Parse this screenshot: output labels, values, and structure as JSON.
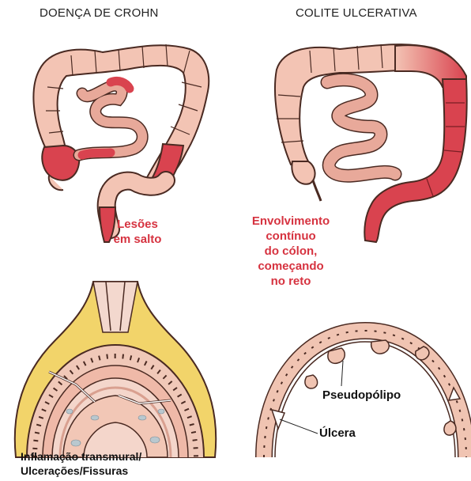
{
  "left_panel": {
    "title": "DOENÇA DE CROHN",
    "lesion_label_line1": "Lesões",
    "lesion_label_line2": "em salto",
    "caption_line1": "Inflamação transmural/",
    "caption_line2": "Ulcerações/Fissuras"
  },
  "right_panel": {
    "title": "COLITE ULCERATIVA",
    "involvement_line1": "Envolvimento",
    "involvement_line2": "contínuo",
    "involvement_line3": "do cólon,",
    "involvement_line4": "começando",
    "involvement_line5": "no reto",
    "label_pseudopolyp": "Pseudopólipo",
    "label_ulcer": "Úlcera"
  },
  "colors": {
    "colon_normal": "#f3c4b4",
    "colon_outline": "#4a2a22",
    "inflamed": "#d9434f",
    "fat": "#f2d46a",
    "label_red": "#d63340"
  }
}
